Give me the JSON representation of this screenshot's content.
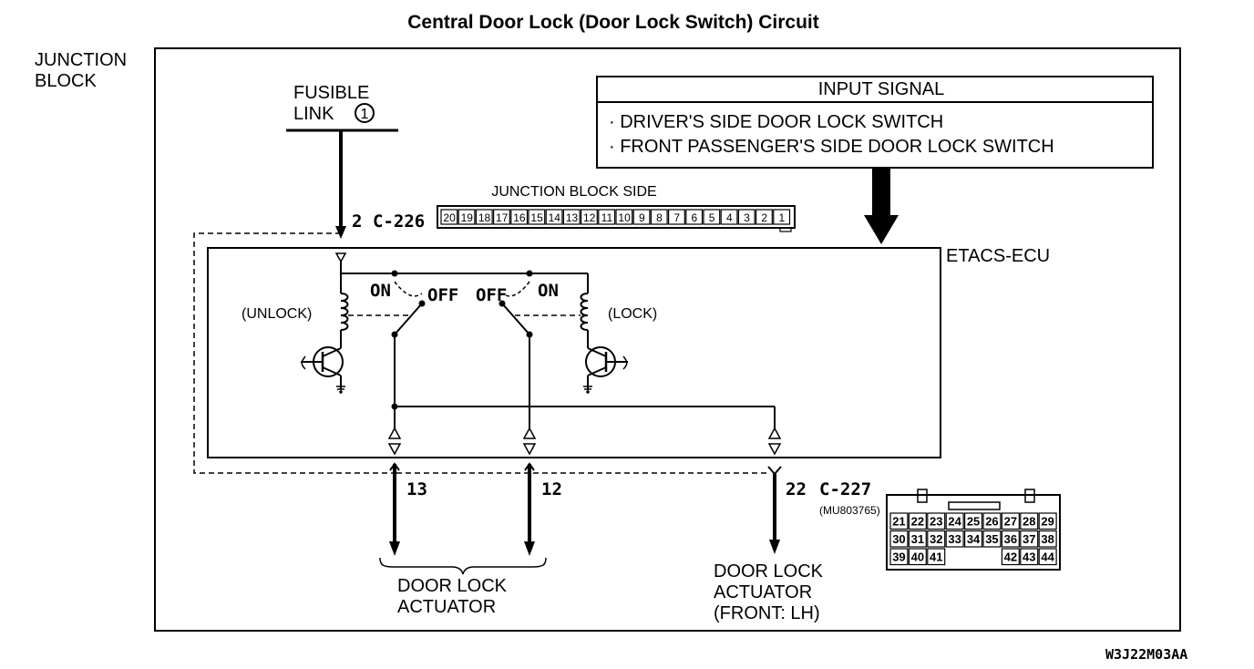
{
  "title": "Central Door Lock (Door Lock Switch) Circuit",
  "junction_block": [
    "JUNCTION",
    "BLOCK"
  ],
  "fusible_link": {
    "line1": "FUSIBLE",
    "line2": "LINK",
    "number": "1"
  },
  "input_signal": {
    "header": "INPUT SIGNAL",
    "items": [
      "· DRIVER'S SIDE DOOR LOCK SWITCH",
      "· FRONT PASSENGER'S SIDE DOOR LOCK SWITCH"
    ]
  },
  "jb_side_label": "JUNCTION BLOCK SIDE",
  "connector_c226": {
    "pin": "2",
    "name": "C-226",
    "pins": [
      "20",
      "19",
      "18",
      "17",
      "16",
      "15",
      "14",
      "13",
      "12",
      "11",
      "10",
      "9",
      "8",
      "7",
      "6",
      "5",
      "4",
      "3",
      "2",
      "1"
    ]
  },
  "ecu_label": "ETACS-ECU",
  "relays": {
    "unlock_label": "(UNLOCK)",
    "lock_label": "(LOCK)",
    "on": "ON",
    "off": "OFF"
  },
  "outputs": {
    "pin13": "13",
    "pin12": "12",
    "pin22": "22",
    "c227": "C-227",
    "part_no": "(MU803765)"
  },
  "actuator_left": [
    "DOOR LOCK",
    "ACTUATOR"
  ],
  "actuator_right": [
    "DOOR LOCK",
    "ACTUATOR",
    "(FRONT: LH)"
  ],
  "connector_c227_rows": [
    [
      "21",
      "22",
      "23",
      "24",
      "25",
      "26",
      "27",
      "28",
      "29"
    ],
    [
      "30",
      "31",
      "32",
      "33",
      "34",
      "35",
      "36",
      "37",
      "38"
    ],
    [
      "39",
      "40",
      "41",
      "",
      "",
      "",
      "42",
      "43",
      "44"
    ]
  ],
  "figure_code": "W3J22M03AA"
}
